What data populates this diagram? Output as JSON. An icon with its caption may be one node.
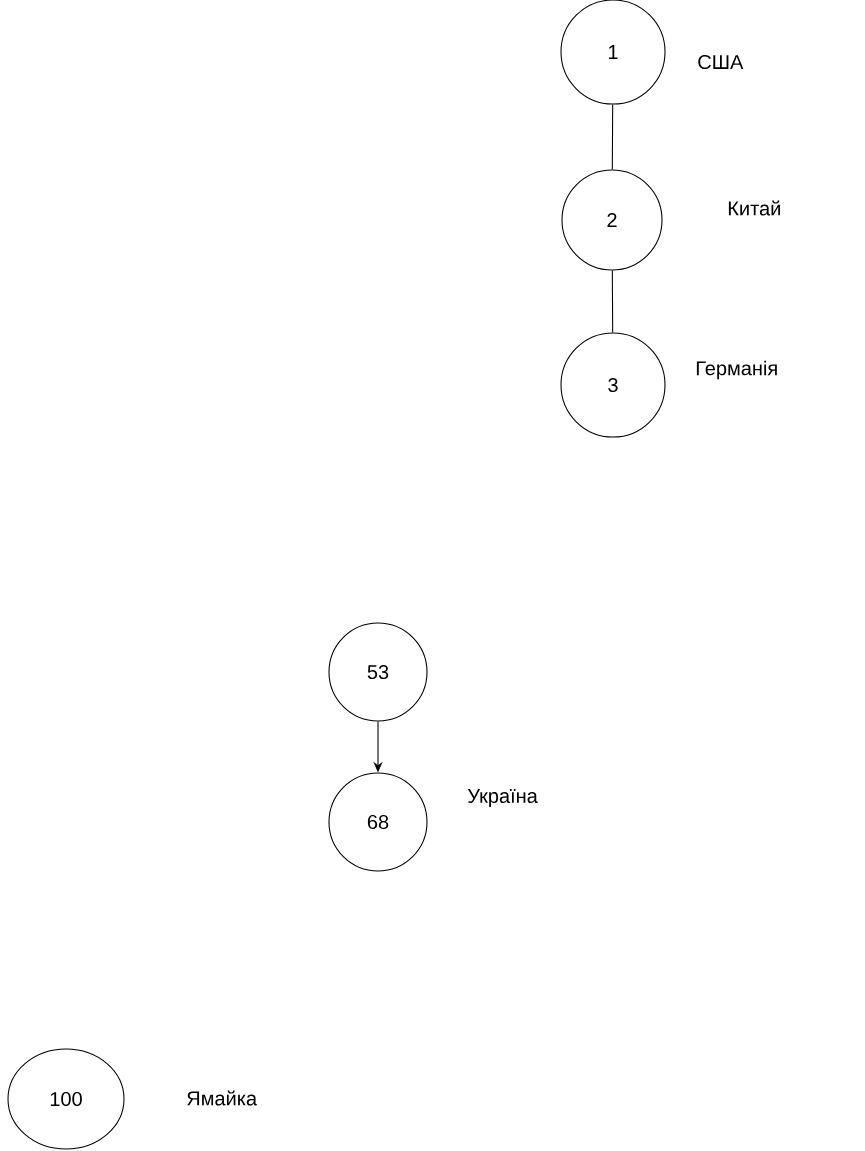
{
  "diagram": {
    "nodes": [
      {
        "text": [
          "1"
        ],
        "beside": [
          "США"
        ]
      },
      {
        "text": [
          "2"
        ],
        "beside": [
          "Китай"
        ]
      },
      {
        "text": [
          "3"
        ],
        "beside": [
          "Германія"
        ]
      },
      {
        "text": [
          "53"
        ]
      },
      {
        "text": [
          "68"
        ],
        "beside": [
          "Україна"
        ]
      },
      {
        "text": [
          "100"
        ],
        "beside": [
          "Ямайка"
        ]
      }
    ],
    "edges": [
      {
        "from": 0,
        "to": 1,
        "arrow": "none"
      },
      {
        "from": 1,
        "to": 2,
        "arrow": "none"
      },
      {
        "from": 3,
        "to": 4,
        "arrow": "to"
      }
    ]
  }
}
